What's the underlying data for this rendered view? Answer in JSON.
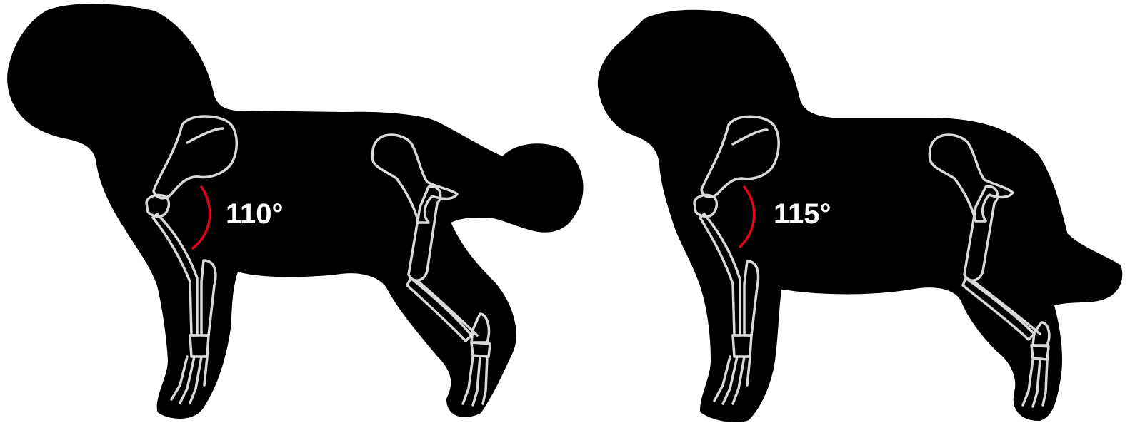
{
  "figures": [
    {
      "name": "short-tail-dog",
      "angle_label": "110°",
      "angle_value": 110,
      "arc_color": "#e0001b"
    },
    {
      "name": "long-tail-dog",
      "angle_label": "115°",
      "angle_value": 115,
      "arc_color": "#e0001b"
    }
  ],
  "colors": {
    "background": "#ffffff",
    "silhouette": "#000000",
    "skeleton": "#d9d9d9",
    "label": "#ffffff"
  }
}
